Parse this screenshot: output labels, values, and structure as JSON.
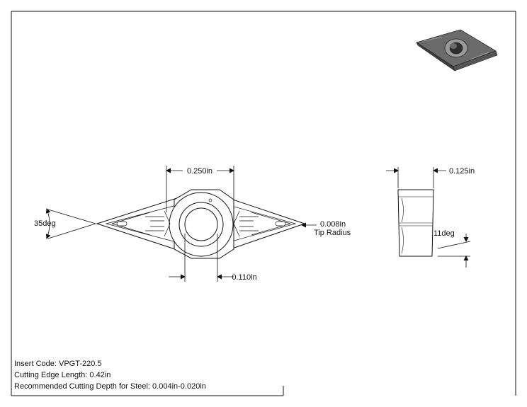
{
  "dimensions": {
    "width_top": "0.250in",
    "hole_bottom": "0.110in",
    "angle": "35deg",
    "tip_radius_value": "0.008in",
    "tip_radius_label": "Tip Radius",
    "thickness": "0.125in",
    "clearance_angle": "11deg"
  },
  "info": {
    "insert_code": "Insert Code: VPGT-220.5",
    "edge_length": "Cutting Edge Length: 0.42in",
    "cut_depth": "Recommended Cutting Depth for Steel: 0.004in-0.020in"
  },
  "colors": {
    "line": "#111111",
    "body": "#e9e9e9",
    "iso_dark": "#555555",
    "iso_mid": "#8a8a8a"
  }
}
